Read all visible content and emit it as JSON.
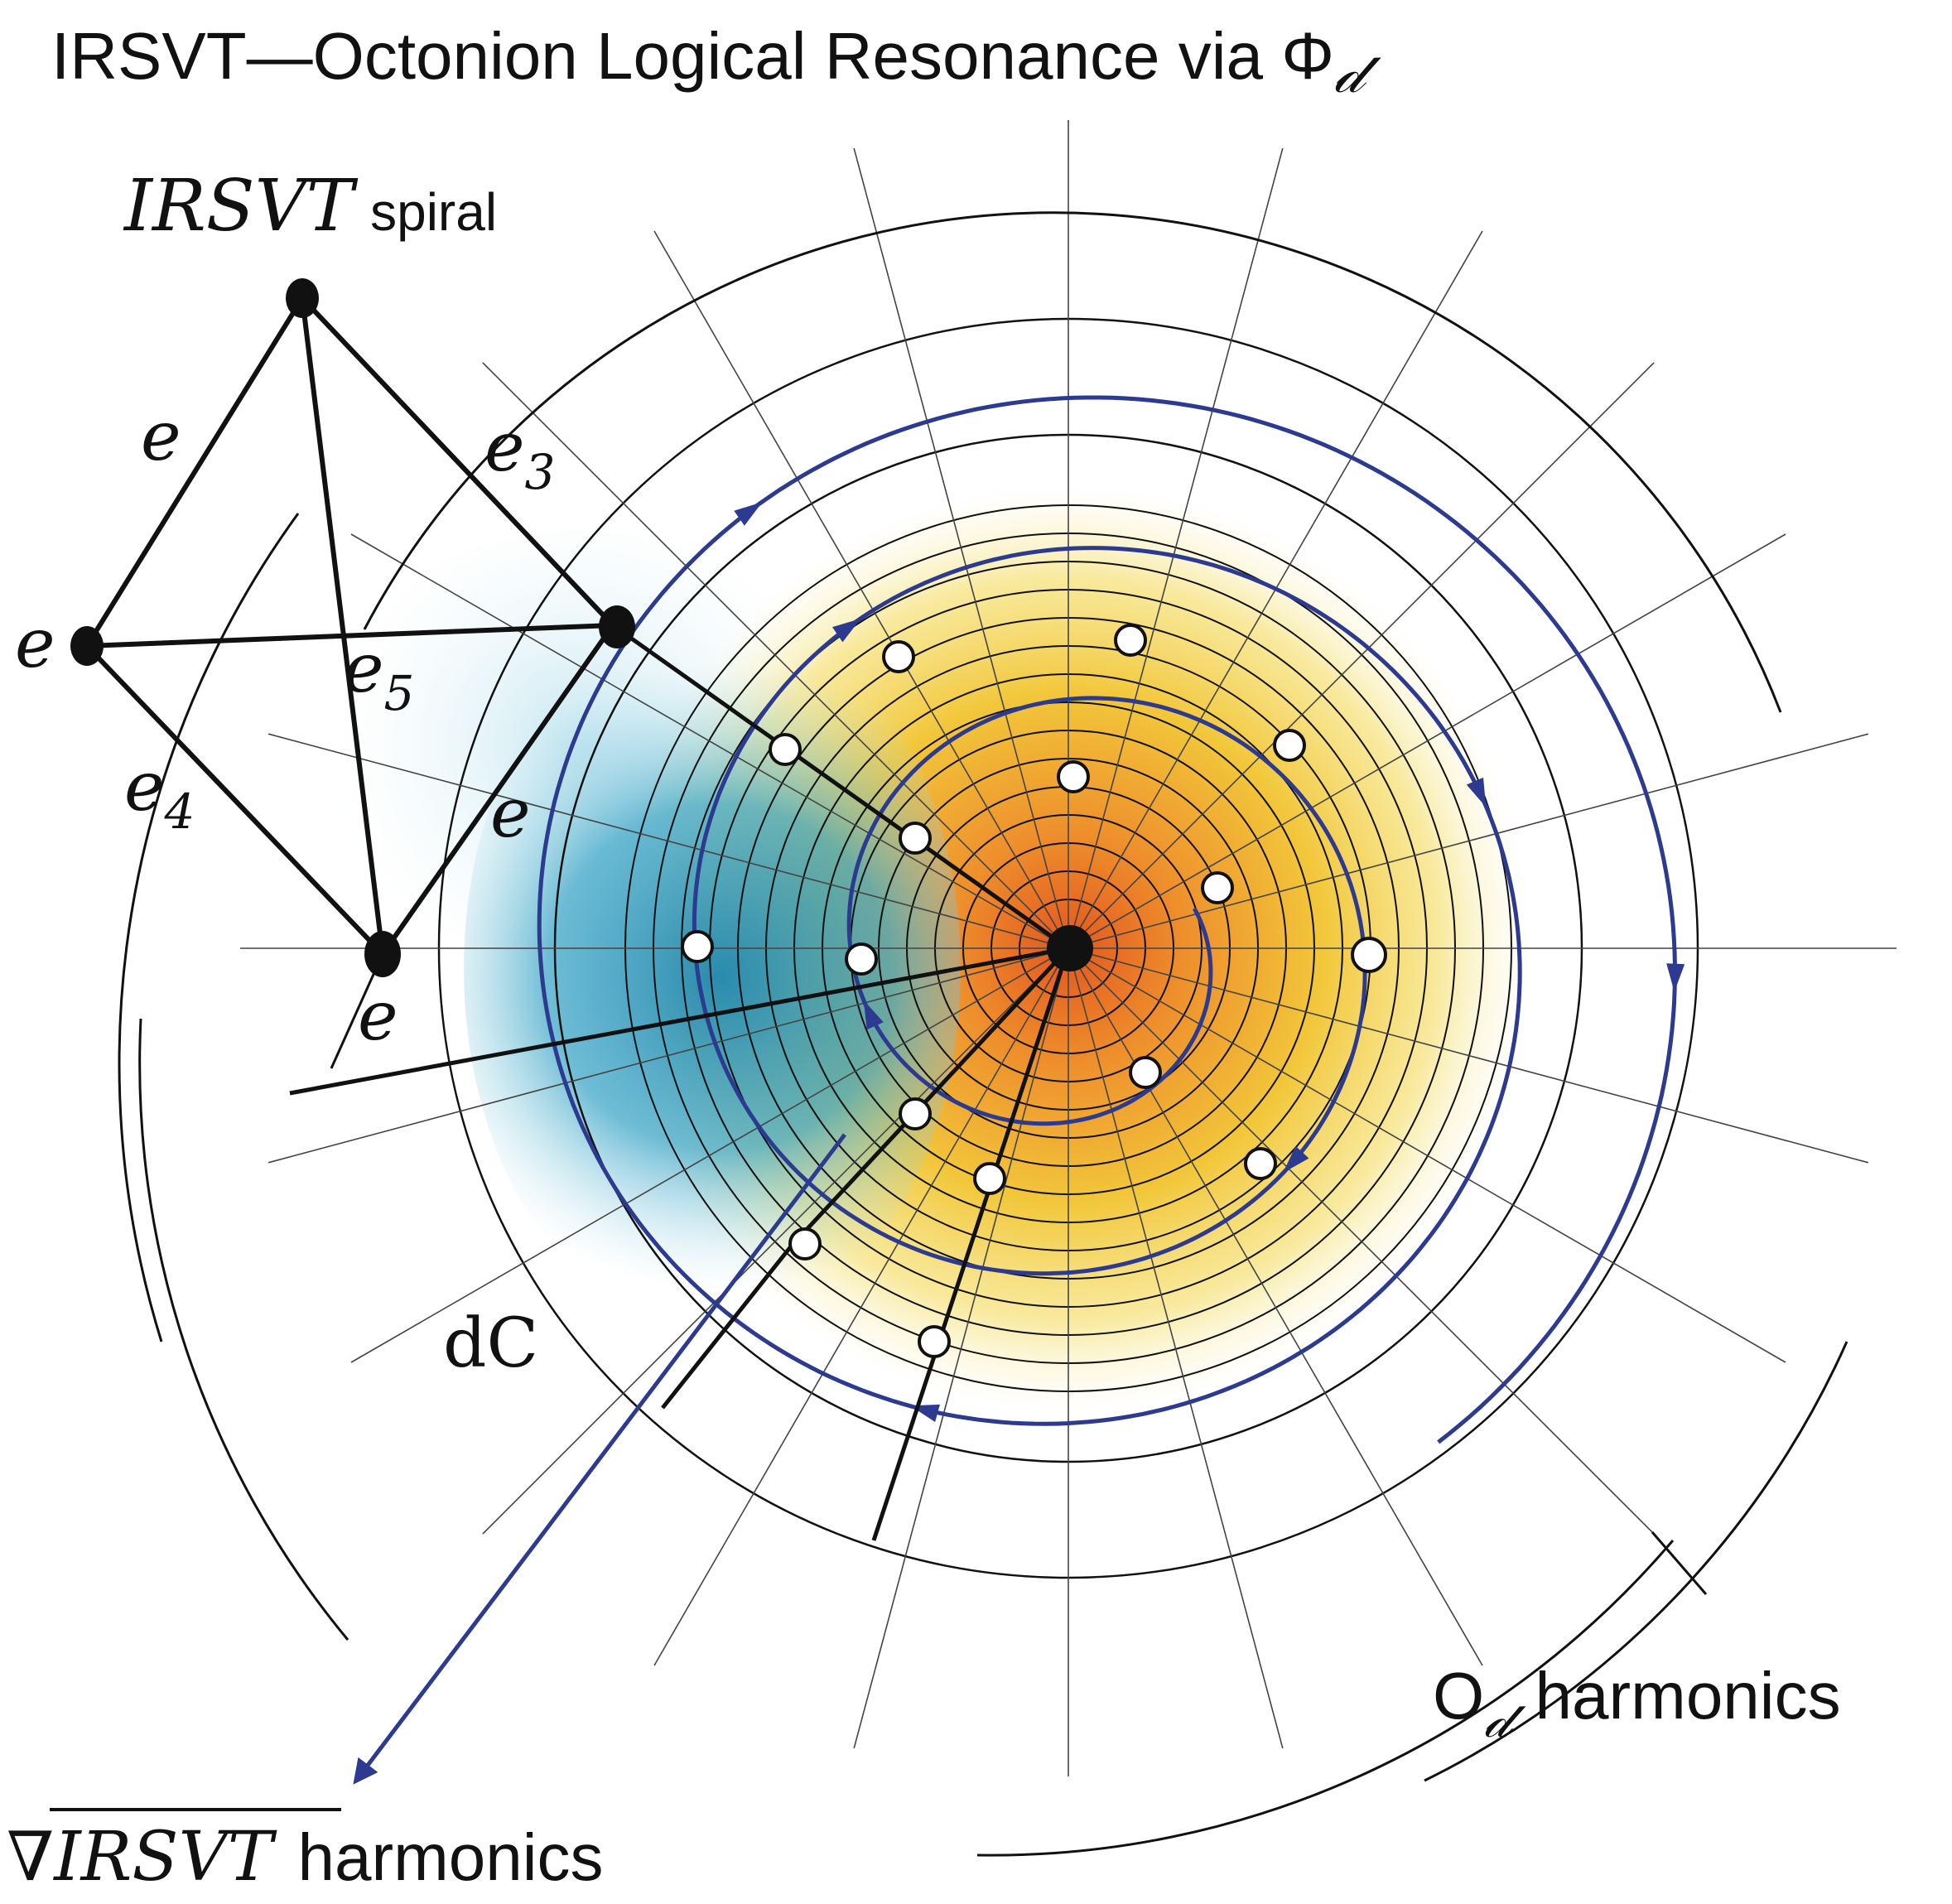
{
  "title": {
    "main": "IRSVT—Octonion Logical Resonance via ",
    "symbol": "Φ",
    "subscript": "𝒹"
  },
  "labels": {
    "spiral_italic": "IRSVT",
    "spiral_word": "spiral",
    "e_top_left": "e",
    "e3_base": "e",
    "e3_sub": "3",
    "e_left": "e",
    "e5_base": "e",
    "e5_sub": "5",
    "e4_base": "e",
    "e4_sub": "4",
    "e_right": "e",
    "e_bottom": "e",
    "dc": "dC",
    "octonion_o": "O",
    "octonion_sub": "𝒹",
    "octonion_word": "harmonics",
    "grad_symbol": "∇",
    "grad_italic": "IRSVT",
    "grad_word": "harmonics"
  },
  "colors": {
    "center": "#e2561f",
    "orange": "#ee8f2c",
    "yellow": "#f2c73a",
    "teal": "#2a93b8",
    "spiral_blue": "#2c3a8f",
    "ink": "#111111"
  }
}
